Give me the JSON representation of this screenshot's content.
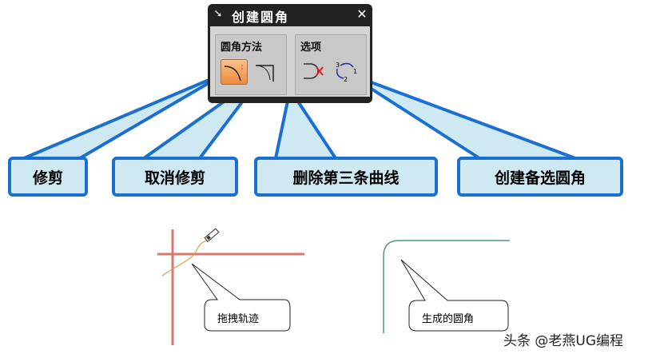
{
  "dialog": {
    "title": "创建圆角",
    "pin_icon": "pin-icon",
    "close_icon": "close-icon",
    "method_group": {
      "title": "圆角方法",
      "items": [
        "trim-fillet-icon",
        "untrim-fillet-icon"
      ]
    },
    "options_group": {
      "title": "选项",
      "items": [
        "delete-third-curve-icon",
        "alternate-fillet-icon"
      ]
    }
  },
  "callouts": [
    "修剪",
    "取消修剪",
    "删除第三条曲线",
    "创建备选圆角"
  ],
  "illustrations": {
    "left_note": "拖拽轨迹",
    "right_note": "生成的圆角"
  },
  "watermark": "头条 @老燕UG编程",
  "colors": {
    "callout_border": "#1b6fd1",
    "callout_fill": "#cfe9f3",
    "red_line": "#d9776a",
    "fillet_line": "#4a9a7a"
  }
}
